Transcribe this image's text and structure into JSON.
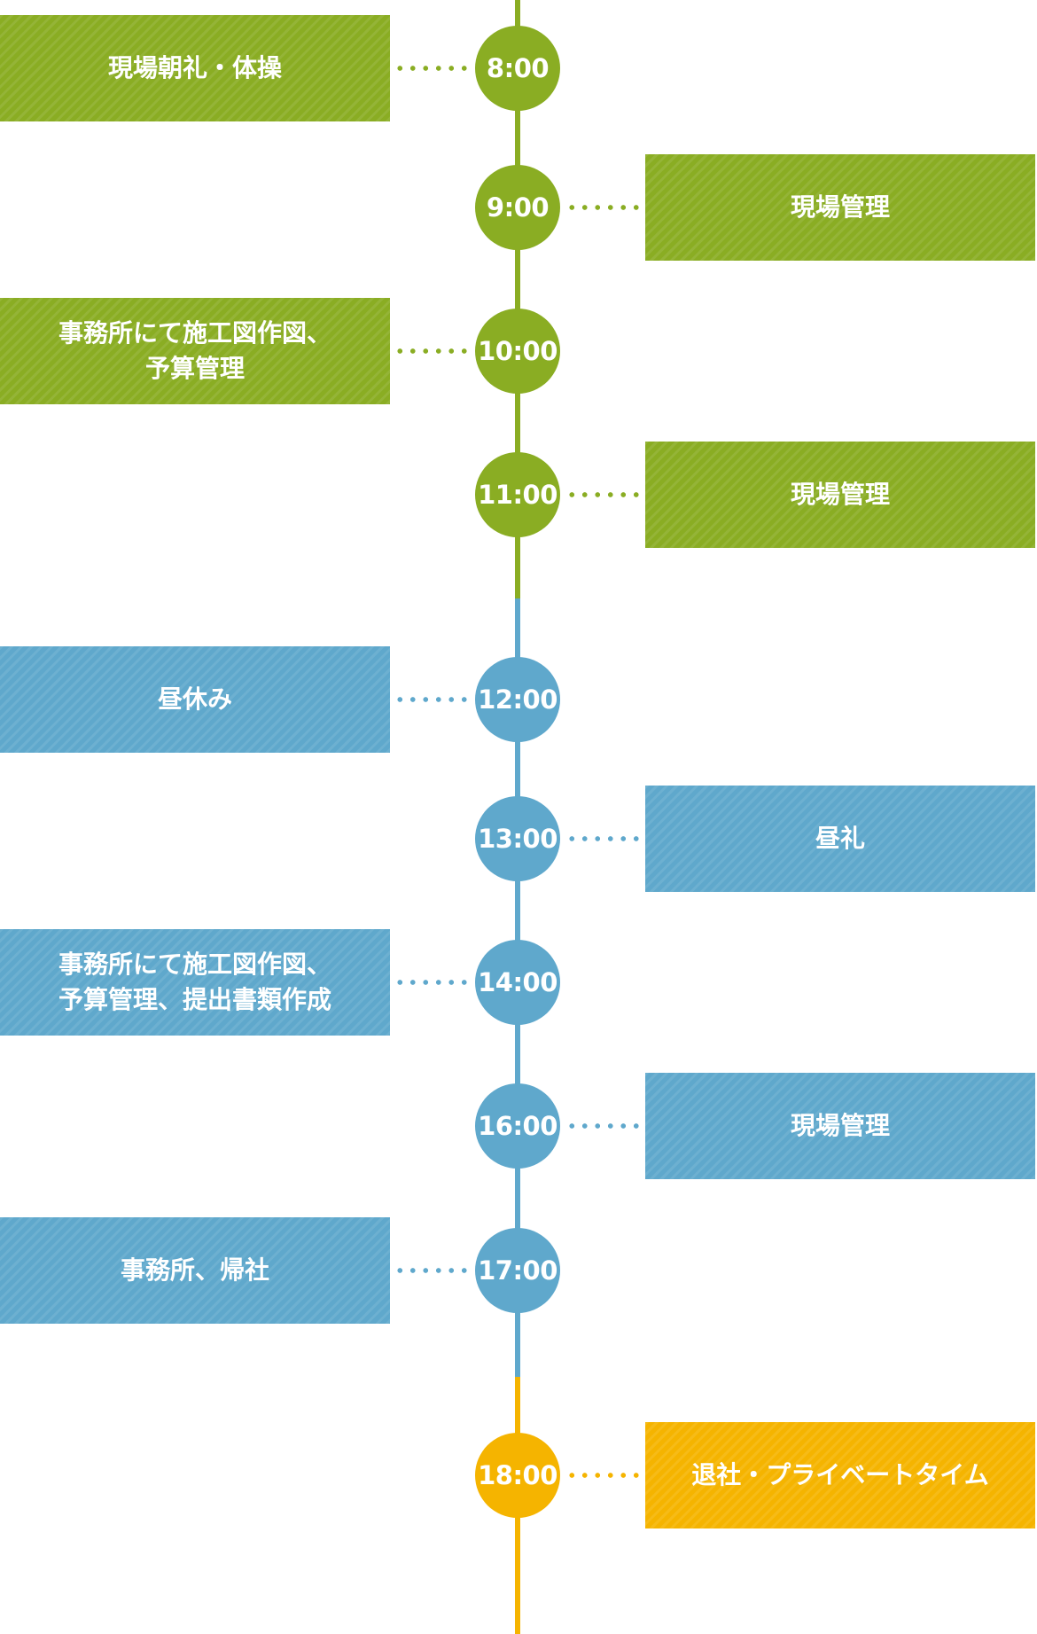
{
  "colors": {
    "morning": "#8aad23",
    "afternoon": "#5fa8cc",
    "evening": "#f5b400"
  },
  "schedule": [
    {
      "time": "8:00",
      "activity": "現場朝礼・体操",
      "side": "left",
      "period": "morning"
    },
    {
      "time": "9:00",
      "activity": "現場管理",
      "side": "right",
      "period": "morning"
    },
    {
      "time": "10:00",
      "activity": "事務所にて施工図作図、\n予算管理",
      "side": "left",
      "period": "morning"
    },
    {
      "time": "11:00",
      "activity": "現場管理",
      "side": "right",
      "period": "morning"
    },
    {
      "time": "12:00",
      "activity": "昼休み",
      "side": "left",
      "period": "afternoon"
    },
    {
      "time": "13:00",
      "activity": "昼礼",
      "side": "right",
      "period": "afternoon"
    },
    {
      "time": "14:00",
      "activity": "事務所にて施工図作図、\n予算管理、提出書類作成",
      "side": "left",
      "period": "afternoon"
    },
    {
      "time": "16:00",
      "activity": "現場管理",
      "side": "right",
      "period": "afternoon"
    },
    {
      "time": "17:00",
      "activity": "事務所、帰社",
      "side": "left",
      "period": "afternoon"
    },
    {
      "time": "18:00",
      "activity": "退社・プライベートタイム",
      "side": "right",
      "period": "evening"
    }
  ]
}
